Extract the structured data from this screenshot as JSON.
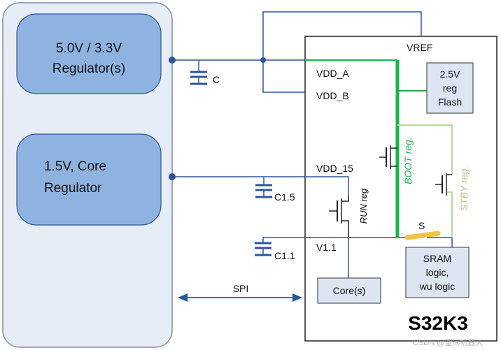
{
  "colors": {
    "navy": "#2E5597",
    "block_fill": "#E7EDF6",
    "block_stroke": "#7F8FA6",
    "reg_fill": "#8EB3E1",
    "chip_stroke": "#222222",
    "green": "#1FB24A",
    "light_green": "#B6D9A0",
    "light_green_text": "#A9C987",
    "sub_fill": "#DCE5F1",
    "sub_stroke": "#555555",
    "switch": "#F5C242"
  },
  "regulators": {
    "top_line1": "5.0V / 3.3V",
    "top_line2": "Regulator(s)",
    "core_line1": "1.5V, Core",
    "core_line2": "Regulator"
  },
  "capacitors": {
    "c": "C",
    "c15": "C1.5",
    "c11": "C1.1"
  },
  "chip": {
    "name": "S32K3",
    "vref": "VREF",
    "vdd_a": "VDD_A",
    "vdd_b": "VDD_B",
    "vdd_15": "VDD_15",
    "v11": "V1.1",
    "switch_label": "S"
  },
  "blocks": {
    "flash_line1": "2.5V",
    "flash_line2": "reg",
    "flash_line3": "Flash",
    "sram_line1": "SRAM",
    "sram_line2": "logic,",
    "sram_line3": "wu logic",
    "core": "Core(s)"
  },
  "regs": {
    "boot": "BOOT reg.",
    "stby": "STBY reg.",
    "run": "RUN reg"
  },
  "bus": {
    "spi": "SPI"
  },
  "watermark": "CSDN @望间机器人"
}
